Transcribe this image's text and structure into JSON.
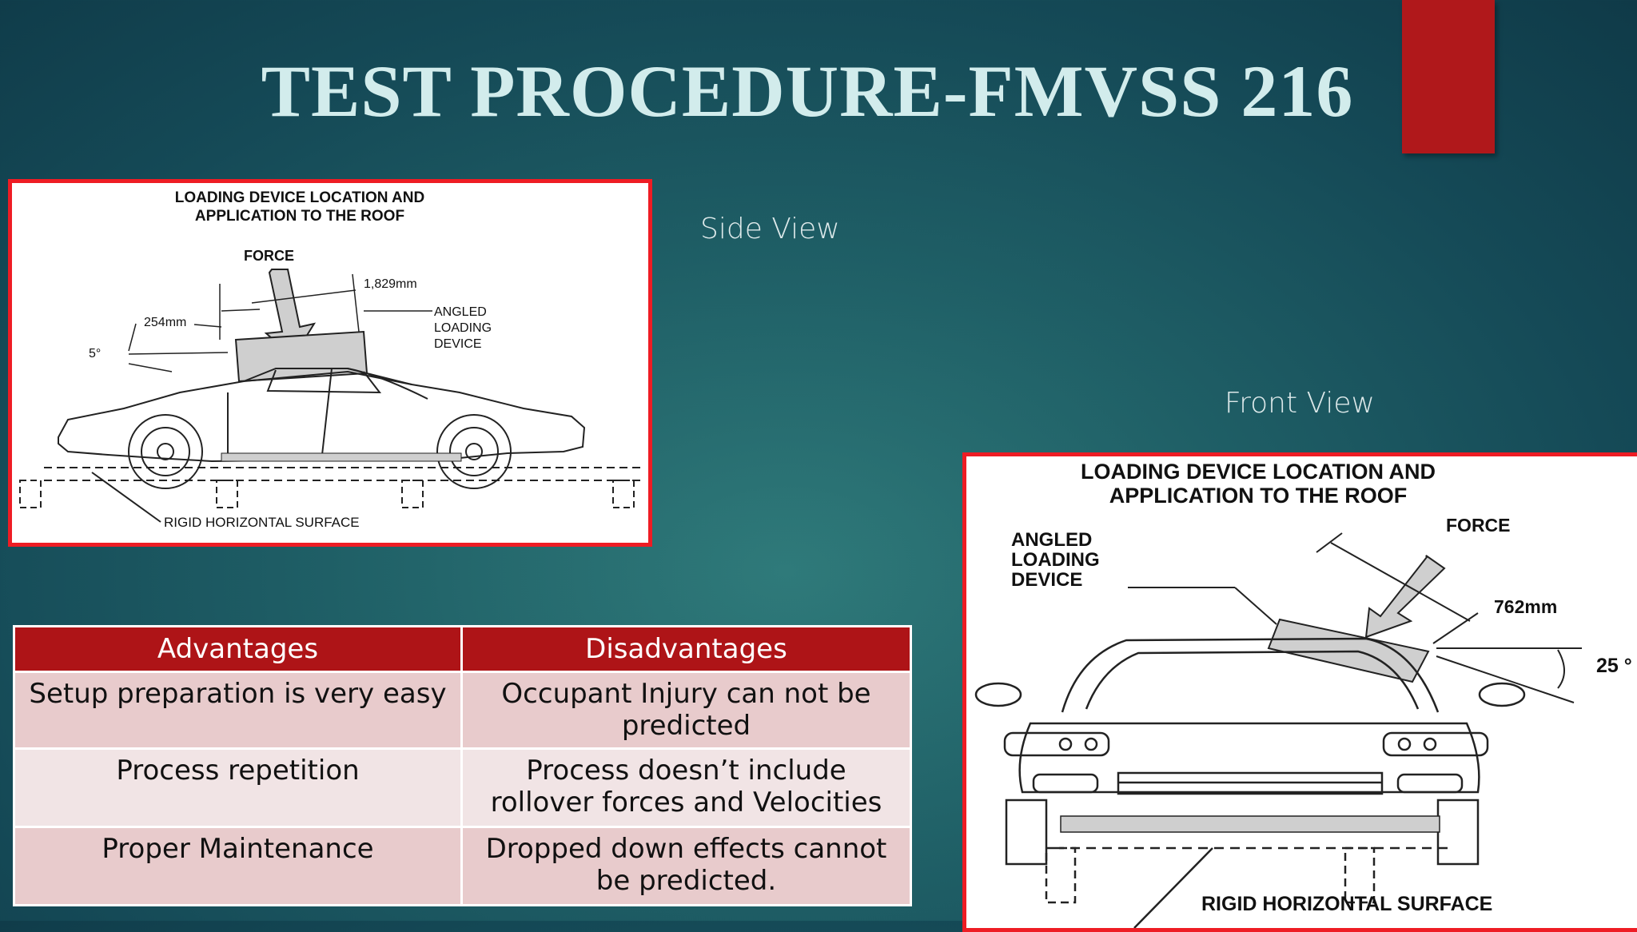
{
  "title": "TEST PROCEDURE-FMVSS 216",
  "side_view_label": "Side View",
  "front_view_label": "Front View",
  "side_figure": {
    "heading_line1": "LOADING DEVICE LOCATION AND",
    "heading_line2": "APPLICATION TO THE ROOF",
    "force": "FORCE",
    "dim_length": "1,829mm",
    "dim_offset": "254mm",
    "angle": "5°",
    "device_line1": "ANGLED",
    "device_line2": "LOADING",
    "device_line3": "DEVICE",
    "surface": "RIGID HORIZONTAL SURFACE"
  },
  "front_figure": {
    "heading_line1": "LOADING DEVICE LOCATION AND",
    "heading_line2": "APPLICATION TO THE ROOF",
    "force": "FORCE",
    "device_line1": "ANGLED",
    "device_line2": "LOADING",
    "device_line3": "DEVICE",
    "dim_width": "762mm",
    "angle": "25 °",
    "surface": "RIGID HORIZONTAL SURFACE"
  },
  "table": {
    "headers": [
      "Advantages",
      "Disadvantages"
    ],
    "rows": [
      [
        "Setup preparation is very easy",
        "Occupant Injury can not be predicted"
      ],
      [
        "Process repetition",
        "Process doesn’t include rollover forces and Velocities"
      ],
      [
        "Proper Maintenance",
        "Dropped down effects cannot be predicted."
      ]
    ]
  },
  "colors": {
    "accent_red": "#b0181b",
    "figure_border": "#ee1c24",
    "title": "#d2ecec",
    "background": "#1f5f66"
  }
}
